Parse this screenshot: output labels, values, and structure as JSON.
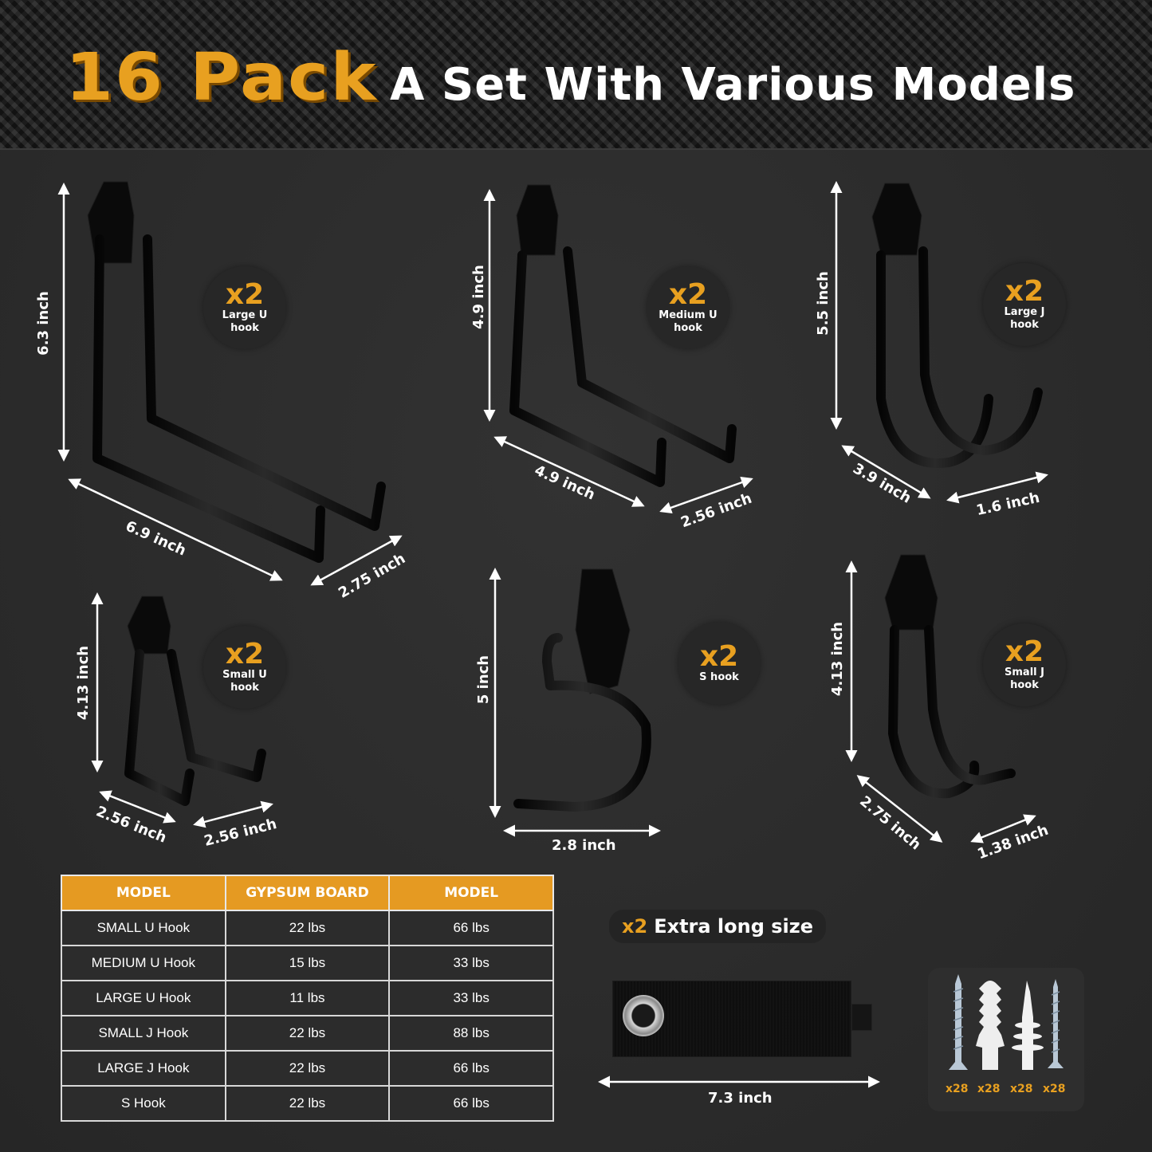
{
  "header": {
    "highlight": "16 Pack",
    "title": "A Set With Various Models"
  },
  "colors": {
    "accent": "#e8a020",
    "table_header": "#e59a22",
    "background": "#2b2b2b",
    "text": "#ffffff"
  },
  "hooks": [
    {
      "id": "large-u",
      "qty": "x2",
      "name": "Large U hook",
      "height": "6.3 inch",
      "length": "6.9 inch",
      "width": "2.75 inch"
    },
    {
      "id": "medium-u",
      "qty": "x2",
      "name": "Medium U hook",
      "height": "4.9 inch",
      "length": "4.9 inch",
      "width": "2.56 inch"
    },
    {
      "id": "large-j",
      "qty": "x2",
      "name": "Large J hook",
      "height": "5.5 inch",
      "length": "3.9 inch",
      "width": "1.6 inch"
    },
    {
      "id": "small-u",
      "qty": "x2",
      "name": "Small U hook",
      "height": "4.13 inch",
      "length": "2.56 inch",
      "width": "2.56 inch"
    },
    {
      "id": "s-hook",
      "qty": "x2",
      "name": "S hook",
      "height": "5 inch",
      "width": "2.8 inch"
    },
    {
      "id": "small-j",
      "qty": "x2",
      "name": "Small J hook",
      "height": "4.13 inch",
      "length": "2.75 inch",
      "width": "1.38 inch"
    }
  ],
  "table": {
    "headers": [
      "MODEL",
      "GYPSUM BOARD",
      "MODEL"
    ],
    "rows": [
      [
        "SMALL U Hook",
        "22 lbs",
        "66 lbs"
      ],
      [
        "MEDIUM U Hook",
        "15 lbs",
        "33 lbs"
      ],
      [
        "LARGE U Hook",
        "11 lbs",
        "33 lbs"
      ],
      [
        "SMALL J Hook",
        "22 lbs",
        "88 lbs"
      ],
      [
        "LARGE J Hook",
        "22 lbs",
        "66 lbs"
      ],
      [
        "S Hook",
        "22 lbs",
        "66 lbs"
      ]
    ]
  },
  "strap": {
    "qty": "x2",
    "label": "Extra long size",
    "length": "7.3 inch"
  },
  "hardware": [
    {
      "icon": "screw-icon",
      "count": "x28"
    },
    {
      "icon": "wall-anchor-icon",
      "count": "x28"
    },
    {
      "icon": "drywall-anchor-icon",
      "count": "x28"
    },
    {
      "icon": "screw-icon",
      "count": "x28"
    }
  ]
}
